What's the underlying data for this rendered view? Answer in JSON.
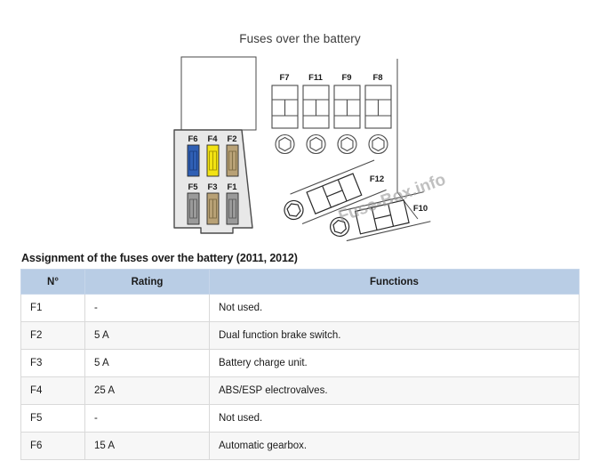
{
  "diagram": {
    "title": "Fuses over the battery",
    "watermark": "Fuse-Box.info",
    "column_labels": [
      "F7",
      "F11",
      "F9",
      "F8"
    ],
    "block_labels_top": [
      "F6",
      "F4",
      "F2"
    ],
    "block_labels_bottom": [
      "F5",
      "F3",
      "F1"
    ],
    "angled_labels": [
      "F12",
      "F10"
    ],
    "fuse_colors": {
      "F6": "#2f5fb4",
      "F4": "#f2e313",
      "F2": "#b8a176",
      "F5": "#9a9a9a",
      "F3": "#b8a176",
      "F1": "#9a9a9a"
    },
    "body_color": "#e8e8e8",
    "outline_color": "#4a4a4a"
  },
  "table": {
    "caption": "Assignment of the fuses over the battery (2011, 2012)",
    "header_color": "#b9cde5",
    "columns": [
      "N°",
      "Rating",
      "Functions"
    ],
    "rows": [
      {
        "n": "F1",
        "rating": "-",
        "function": "Not used."
      },
      {
        "n": "F2",
        "rating": "5 A",
        "function": "Dual function brake switch."
      },
      {
        "n": "F3",
        "rating": "5 A",
        "function": "Battery charge unit."
      },
      {
        "n": "F4",
        "rating": "25 A",
        "function": "ABS/ESP electrovalves."
      },
      {
        "n": "F5",
        "rating": "-",
        "function": "Not used."
      },
      {
        "n": "F6",
        "rating": "15 A",
        "function": "Automatic gearbox."
      }
    ]
  }
}
